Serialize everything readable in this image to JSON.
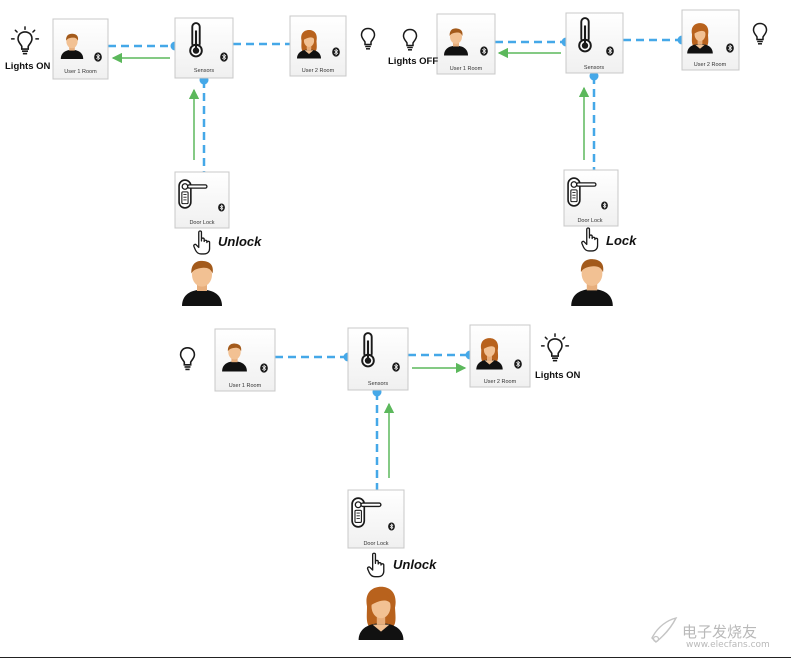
{
  "scenarios": [
    {
      "name": "scenario-1",
      "light_status": "Lights ON",
      "action": "Unlock",
      "nodes": {
        "user1": "User 1 Room",
        "sensors": "Sensors",
        "user2": "User 2 Room",
        "lock": "Door Lock"
      },
      "bulb_user1": "on",
      "bulb_user2": "off"
    },
    {
      "name": "scenario-2",
      "light_status": "Lights OFF",
      "action": "Lock",
      "nodes": {
        "user1": "User 1 Room",
        "sensors": "Sensors",
        "user2": "User 2 Room",
        "lock": "Door Lock"
      },
      "bulb_user1": "off",
      "bulb_user2": "off"
    },
    {
      "name": "scenario-3",
      "light_status": "Lights ON",
      "action": "Unlock",
      "nodes": {
        "user1": "User 1 Room",
        "sensors": "Sensors",
        "user2": "User 2 Room",
        "lock": "Door Lock"
      },
      "bulb_user1": "off",
      "bulb_user2": "on"
    }
  ],
  "watermark": {
    "text": "电子发烧友",
    "url": "www.elecfans.com"
  },
  "colors": {
    "dashed_link": "#45a8e8",
    "dot": "#45a8e8",
    "arrow": "#5cb85c",
    "box_border": "#c8c8c8",
    "box_fill": "#fafafa",
    "person_shirt": "#111111",
    "skin": "#f2c193",
    "hair_male": "#a35a1b",
    "hair_female": "#b8621d"
  },
  "icons": [
    "person-icon",
    "thermometer-icon",
    "bluetooth-icon",
    "door-lock-icon",
    "hand-pointer-icon",
    "light-bulb-icon"
  ]
}
